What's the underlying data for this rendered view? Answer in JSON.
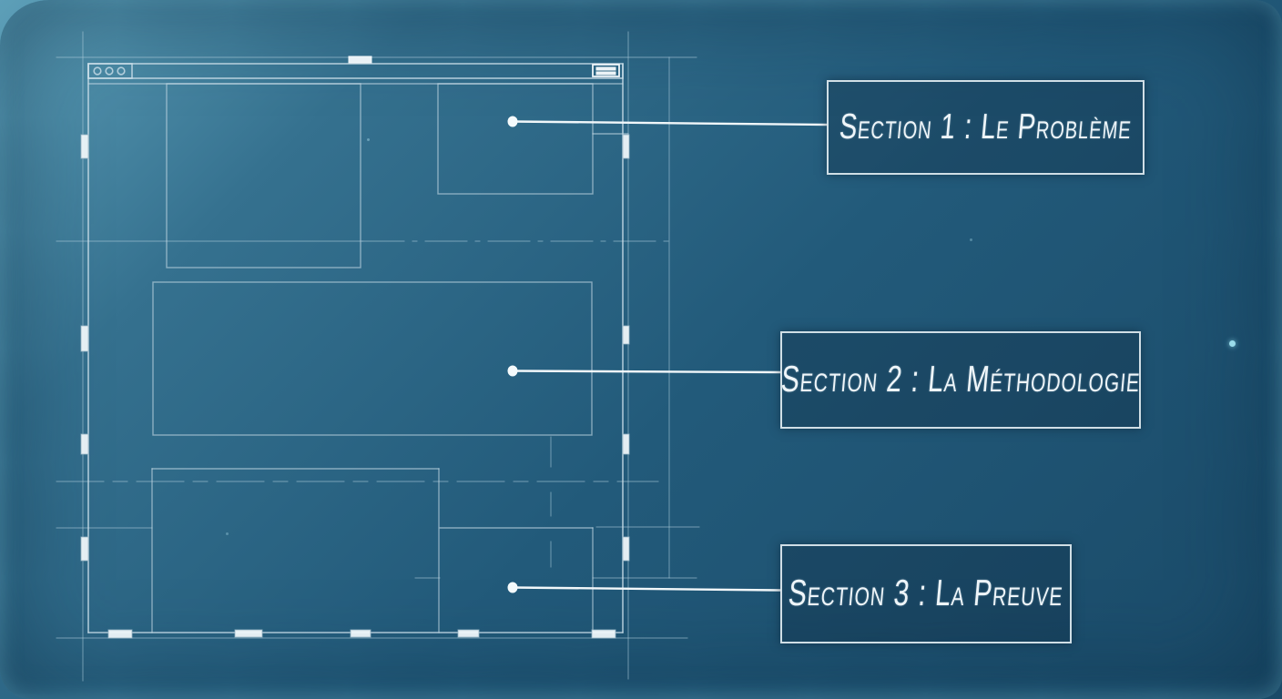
{
  "page": {
    "kind": "blueprint wireframe diagram"
  },
  "sections": [
    {
      "id": 1,
      "label": "Section 1 : Le Problème"
    },
    {
      "id": 2,
      "label": "Section 2 : La Méthodologie"
    },
    {
      "id": 3,
      "label": "Section 3 : La Preuve"
    }
  ],
  "wireframe": {
    "window_controls_icon": "traffic-lights-icon",
    "window_control_count": 3,
    "menu_icon": "hamburger-menu-icon",
    "tab_icon": "tab-indicator"
  },
  "colors": {
    "background": "#0e2b42",
    "backdrop_teal": "#35718f",
    "line": "#cbdee9",
    "bright": "#eef5f9",
    "label_text": "#eef5f9"
  }
}
